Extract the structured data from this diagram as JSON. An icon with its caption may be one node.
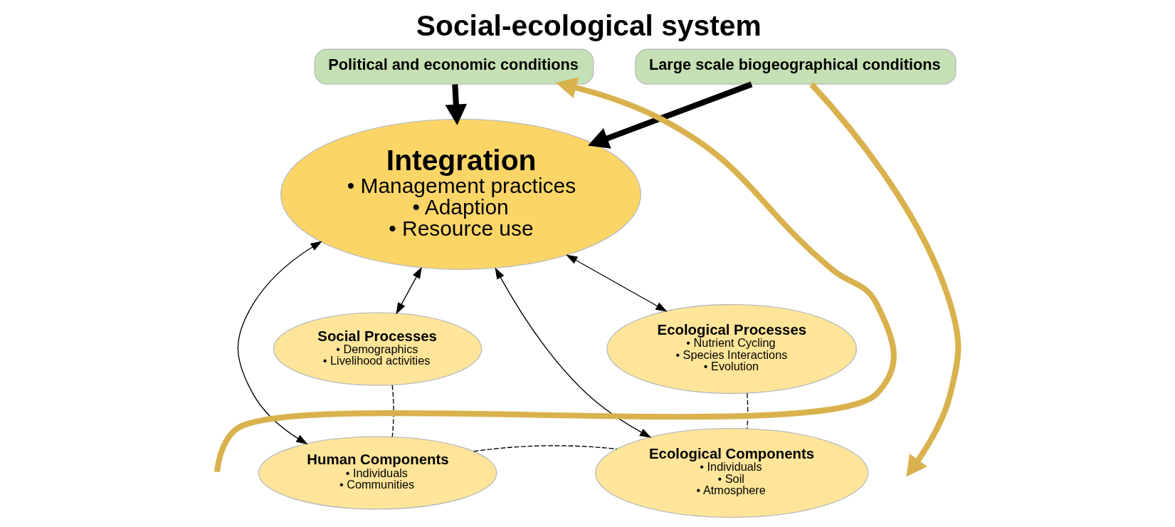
{
  "diagram": {
    "title": "Social-ecological system",
    "nodes": [
      {
        "text": [
          "Political and economic conditions"
        ]
      },
      {
        "text": [
          "Large scale biogeographical conditions"
        ]
      },
      {
        "text": [
          "Integration",
          "• Management practices",
          "• Adaption",
          "• Resource use"
        ]
      },
      {
        "text": [
          "Social Processes",
          "• Demographics",
          "• Livelihood activities"
        ]
      },
      {
        "text": [
          "Ecological Processes",
          "• Nutrient Cycling",
          "• Species Interactions",
          "• Evolution"
        ]
      },
      {
        "text": [
          "Human Components",
          "• Individuals",
          "• Communities"
        ]
      },
      {
        "text": [
          "Ecological Components",
          "• Individuals",
          "• Soil",
          "• Atmosphere"
        ]
      }
    ],
    "edges": [
      {
        "from": 0,
        "to": 2,
        "arrow": "to",
        "style": "thick"
      },
      {
        "from": 1,
        "to": 2,
        "arrow": "to",
        "style": "thick"
      },
      {
        "from": 2,
        "to": 3,
        "arrow": "both"
      },
      {
        "from": 2,
        "to": 4,
        "arrow": "both"
      },
      {
        "from": 2,
        "to": 5,
        "arrow": "both"
      },
      {
        "from": 2,
        "to": 6,
        "arrow": "both"
      },
      {
        "from": 3,
        "to": 5,
        "arrow": "none",
        "style": "dashed"
      },
      {
        "from": 5,
        "to": 6,
        "arrow": "none",
        "style": "dashed"
      },
      {
        "from": 4,
        "to": 6,
        "arrow": "none",
        "style": "dashed"
      },
      {
        "from": null,
        "to": 0,
        "arrow": "to",
        "style": "thick",
        "color": "#d9b24e"
      },
      {
        "from": 1,
        "to": null,
        "arrow": "to",
        "style": "thick",
        "color": "#d9b24e"
      }
    ]
  }
}
